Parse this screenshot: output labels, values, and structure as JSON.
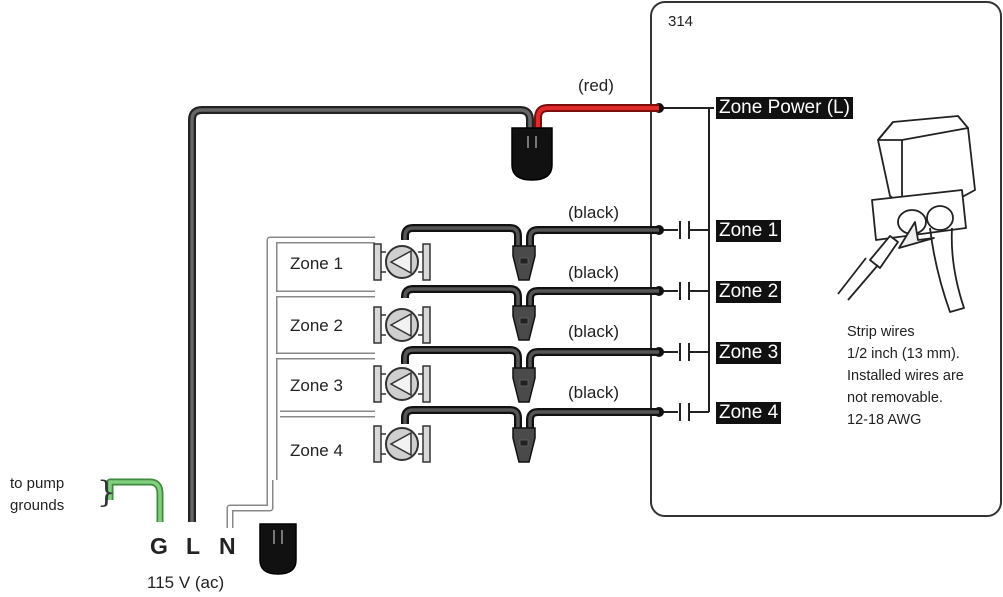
{
  "controller": {
    "model": "314"
  },
  "terminals": {
    "power": "Zone Power (L)",
    "zones": [
      "Zone 1",
      "Zone 2",
      "Zone 3",
      "Zone 4"
    ]
  },
  "wire_colors": {
    "red": "(red)",
    "black": "(black)"
  },
  "pumps": [
    "Zone 1",
    "Zone 2",
    "Zone 3",
    "Zone 4"
  ],
  "supply": {
    "ground": "G",
    "line": "L",
    "neutral": "N",
    "voltage": "115 V (ac)"
  },
  "ground_note": {
    "line1": "to pump",
    "line2": "grounds"
  },
  "strip_note": [
    "Strip wires",
    "1/2 inch (13 mm).",
    "Installed wires are",
    "not removable.",
    "12-18 AWG"
  ],
  "colors": {
    "live": "#3a3a3a",
    "red": "#cc1f1f",
    "ground": "#5fae5f",
    "neutral": "#b8b8b8",
    "nut": "#111111"
  }
}
